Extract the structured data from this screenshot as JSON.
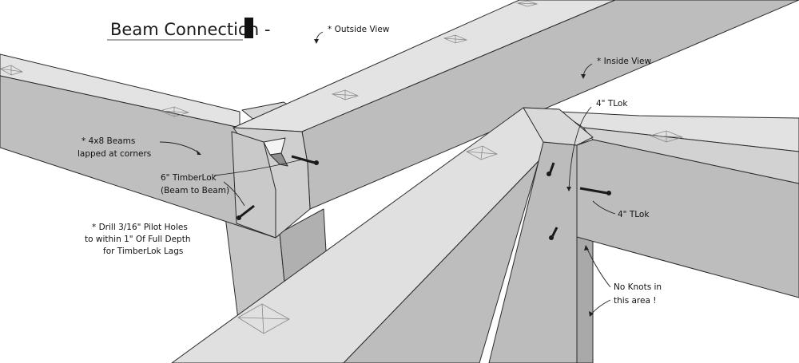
{
  "title": "Beam Connection -",
  "labels": {
    "outside_view": "* Outside View",
    "inside_view": "* Inside View",
    "beams_line1": "* 4x8 Beams",
    "beams_line2": "lapped at corners",
    "timberlok_line1": "6\" TimberLok",
    "timberlok_line2": "(Beam to Beam)",
    "drill_line1": "* Drill 3/16\" Pilot Holes",
    "drill_line2": "to within 1\" Of Full Depth",
    "drill_line3": "for TimberLok Lags",
    "tlok_top": "4\" TLok",
    "tlok_right": "4\" TLok",
    "knots_line1": "No Knots in",
    "knots_line2": "this area !"
  },
  "colors": {
    "top_face": "#e2e2e2",
    "side_face": "#bcbcbc",
    "dark_face": "#a9a9a9",
    "end_face": "#d0d0d0",
    "outline": "#2a2a2a"
  }
}
